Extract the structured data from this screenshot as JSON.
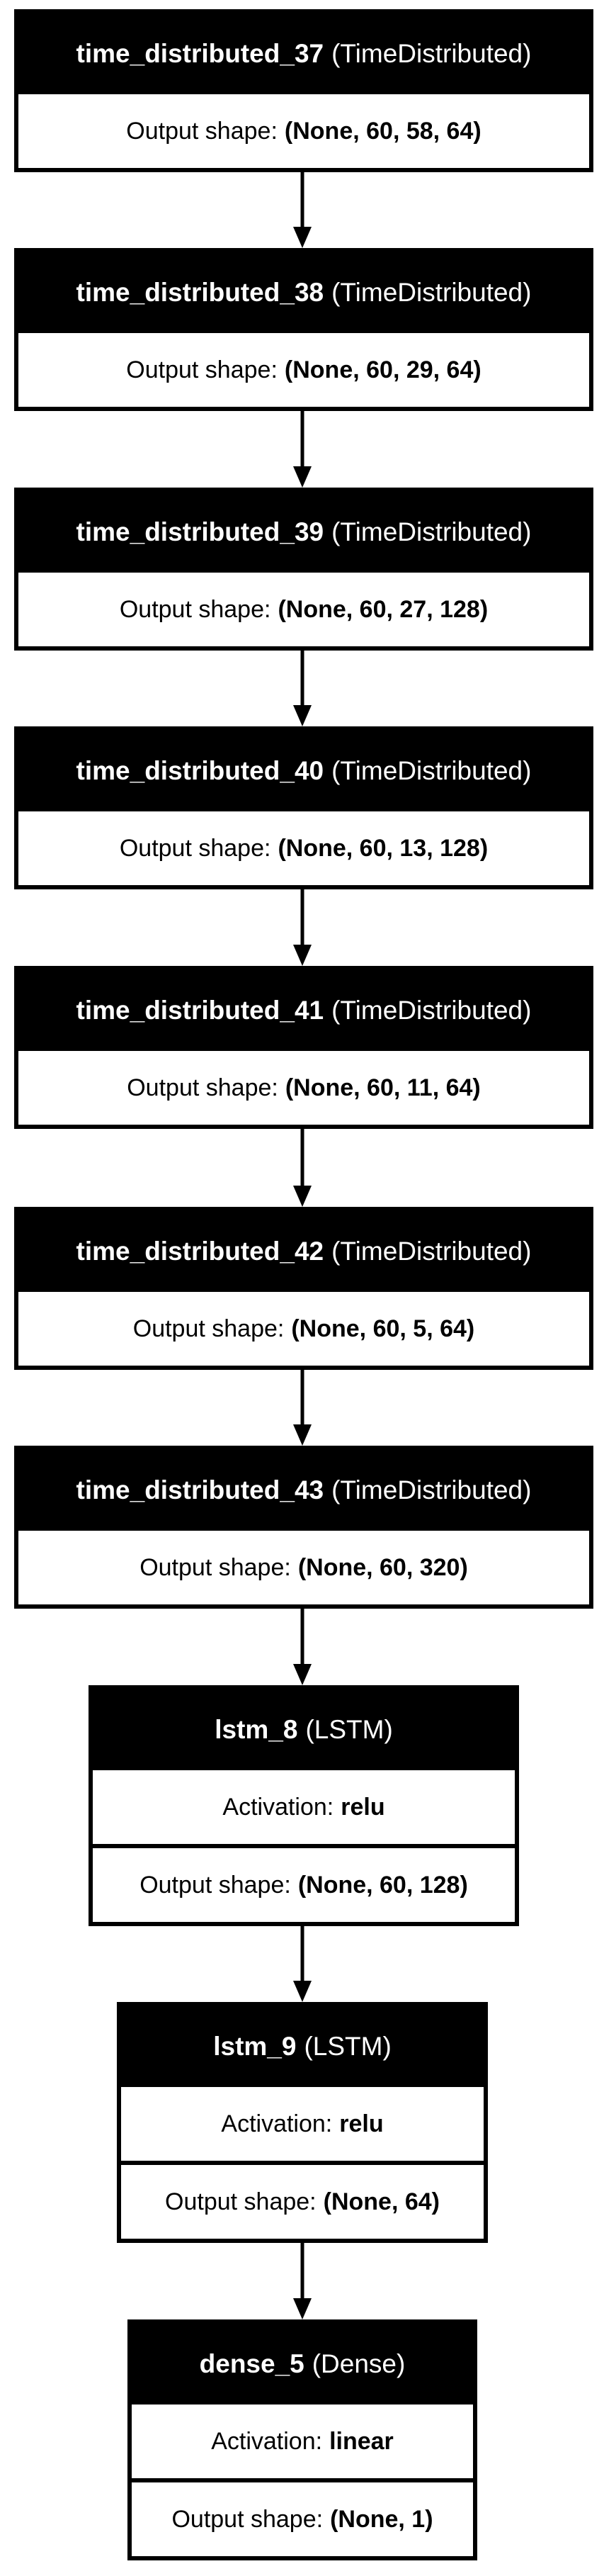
{
  "layers": [
    {
      "name": "time_distributed_37",
      "type": "(TimeDistributed)",
      "rows": [
        {
          "label": "Output shape:",
          "value": "(None, 60, 58, 64)"
        }
      ]
    },
    {
      "name": "time_distributed_38",
      "type": "(TimeDistributed)",
      "rows": [
        {
          "label": "Output shape:",
          "value": "(None, 60, 29, 64)"
        }
      ]
    },
    {
      "name": "time_distributed_39",
      "type": "(TimeDistributed)",
      "rows": [
        {
          "label": "Output shape:",
          "value": "(None, 60, 27, 128)"
        }
      ]
    },
    {
      "name": "time_distributed_40",
      "type": "(TimeDistributed)",
      "rows": [
        {
          "label": "Output shape:",
          "value": "(None, 60, 13, 128)"
        }
      ]
    },
    {
      "name": "time_distributed_41",
      "type": "(TimeDistributed)",
      "rows": [
        {
          "label": "Output shape:",
          "value": "(None, 60, 11, 64)"
        }
      ]
    },
    {
      "name": "time_distributed_42",
      "type": "(TimeDistributed)",
      "rows": [
        {
          "label": "Output shape:",
          "value": "(None, 60, 5, 64)"
        }
      ]
    },
    {
      "name": "time_distributed_43",
      "type": "(TimeDistributed)",
      "rows": [
        {
          "label": "Output shape:",
          "value": "(None, 60, 320)"
        }
      ]
    },
    {
      "name": "lstm_8",
      "type": "(LSTM)",
      "rows": [
        {
          "label": "Activation:",
          "value": "relu"
        },
        {
          "label": "Output shape:",
          "value": "(None, 60, 128)"
        }
      ]
    },
    {
      "name": "lstm_9",
      "type": "(LSTM)",
      "rows": [
        {
          "label": "Activation:",
          "value": "relu"
        },
        {
          "label": "Output shape:",
          "value": "(None, 64)"
        }
      ]
    },
    {
      "name": "dense_5",
      "type": "(Dense)",
      "rows": [
        {
          "label": "Activation:",
          "value": "linear"
        },
        {
          "label": "Output shape:",
          "value": "(None, 1)"
        }
      ]
    }
  ]
}
